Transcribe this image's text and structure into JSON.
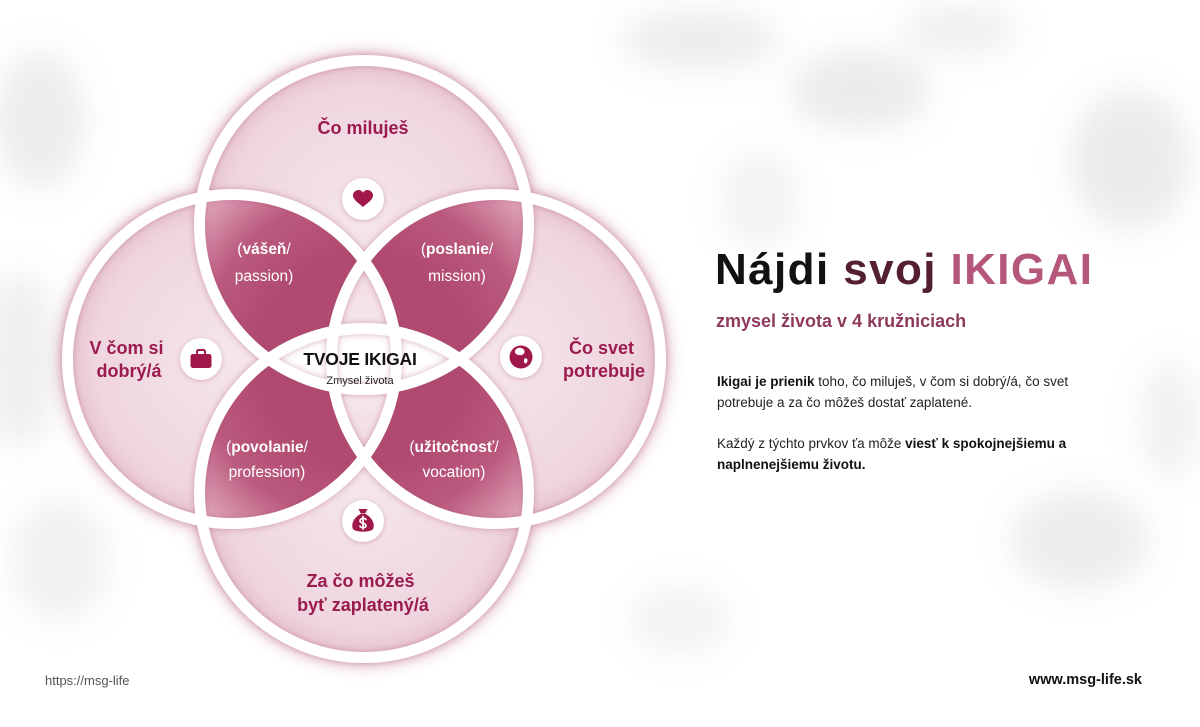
{
  "diagram": {
    "circles": {
      "top": {
        "lines": [
          "Čo miluješ"
        ],
        "icon": "heart-icon"
      },
      "left": {
        "lines": [
          "V čom si",
          "dobrý/á"
        ],
        "icon": "briefcase-icon"
      },
      "right": {
        "lines": [
          "Čo svet",
          "potrebuje"
        ],
        "icon": "globe-icon"
      },
      "bottom": {
        "lines": [
          "Za čo môžeš",
          "byť zaplatený/á"
        ],
        "icon": "money-bag-icon"
      }
    },
    "overlaps": {
      "passion": {
        "open": "(",
        "term": "vášeň",
        "slash": "/",
        "translation": "passion)"
      },
      "mission": {
        "open": "(",
        "term": "poslanie",
        "slash": "/",
        "translation": "mission)"
      },
      "profession": {
        "open": "(",
        "term": "povolanie",
        "slash": "/",
        "translation": "profession)"
      },
      "vocation": {
        "open": "(",
        "term": "užitočnosť",
        "slash": "/",
        "translation": "vocation)"
      }
    },
    "center": {
      "title": "TVOJE IKIGAI",
      "subtitle": "Zmysel života"
    }
  },
  "headline": {
    "parts": [
      "Nájdi ",
      "svoj ",
      "IKIGAI"
    ],
    "subtitle": "zmysel života v 4 kružniciach"
  },
  "description": {
    "p1": {
      "bold": "Ikigai je prienik",
      "line1_rest": " toho, čo miluješ, v čom si dobrý/á, čo svet",
      "line2": "potrebuje a za čo môžeš dostať zaplatené."
    },
    "p2": {
      "line1_regular": "Každý z týchto prvkov ťa môže ",
      "line1_bold": "viesť k spokojnejšiemu a",
      "line2_bold": "naplnenejšiemu životu."
    }
  },
  "footer": {
    "left_url": "https://msg-life",
    "right_url": "www.msg-life.sk"
  },
  "colors": {
    "label": "#9a1b4c",
    "petal": "#b34c72",
    "circle_fill": "#efd5df",
    "ring": "#ffffff",
    "headline_dark": "#111111",
    "headline_mid": "#54202f",
    "headline_accent": "#b5577b",
    "subtitle": "#8e3a5c"
  }
}
